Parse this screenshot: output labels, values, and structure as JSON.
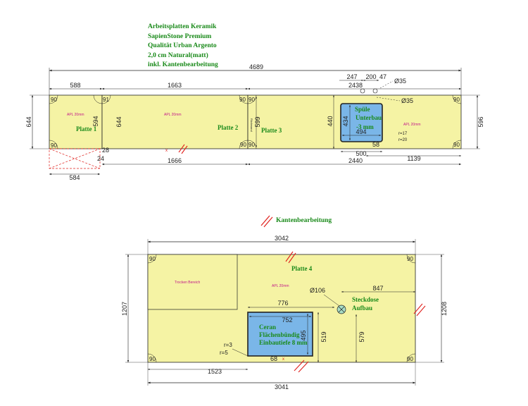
{
  "header": {
    "line1": "Arbeitsplatten Keramik",
    "line2": "SapienStone Premium",
    "line3": "Qualität Urban Argento",
    "line4": "2,0 cm Natural(matt)",
    "line5": "inkl. Kantenbearbeitung"
  },
  "legend_edge": "Kantenbearbeitung",
  "colors": {
    "worktop": "#f5f3a4",
    "sink": "#7ab6e8",
    "label_green": "#1a8a1a",
    "material_magenta": "#c2188a",
    "edge_red": "#e0201c",
    "socket": "#a9dfc7"
  },
  "top": {
    "overall_width": "4689",
    "plates": [
      {
        "name": "Platte 1",
        "material": "APL 20mm",
        "width_top": "588",
        "width_bottom": "584",
        "depth_left": "644",
        "depth_right": "594"
      },
      {
        "name": "Platte 2",
        "material": "APL 20mm",
        "width_top": "1663",
        "width_bottom": "1666",
        "depth_left": "644"
      },
      {
        "name": "Platte 3",
        "material": "APL 20mm",
        "width_top": "2438",
        "width_bottom": "2440",
        "depth_left": "599",
        "depth_right": "596"
      }
    ],
    "corner_angle": "90",
    "corner_angle_small": "91",
    "small_dims": {
      "d24": "24",
      "d28": "28",
      "d58": "58"
    },
    "sink": {
      "label1": "Spüle",
      "label2": "Unterbau",
      "label3": "-3 mm",
      "width": "494",
      "depth": "434",
      "offset_top": "440",
      "offset_right": "500",
      "offset_edge": "1139",
      "r1": "r=17",
      "r2": "r=20"
    },
    "tap_holes": {
      "dim1": "247",
      "dim2": "200",
      "dim3": "47",
      "d1": "Ø35",
      "d2": "Ø35"
    },
    "rotated_text": "Rückwand"
  },
  "bottom": {
    "name": "Platte 4",
    "material": "APL 20mm",
    "width_top": "3042",
    "width_bottom": "3041",
    "depth_left": "1207",
    "depth_right": "1208",
    "zone": "Trocken Bereich",
    "corner_angle": "90",
    "hob": {
      "label1": "Ceran",
      "label2": "Flächenbündig",
      "label3": "Einbautiefe 8 mm",
      "width": "752",
      "depth": "495",
      "offset_top": "776",
      "offset_bottom": "519",
      "offset_left": "1523",
      "offset_edge": "68",
      "r1": "r=3",
      "r2": "r=5"
    },
    "socket": {
      "label1": "Steckdose",
      "label2": "Aufbau",
      "diameter": "Ø106",
      "offset_right": "847",
      "offset_bottom": "579"
    }
  }
}
